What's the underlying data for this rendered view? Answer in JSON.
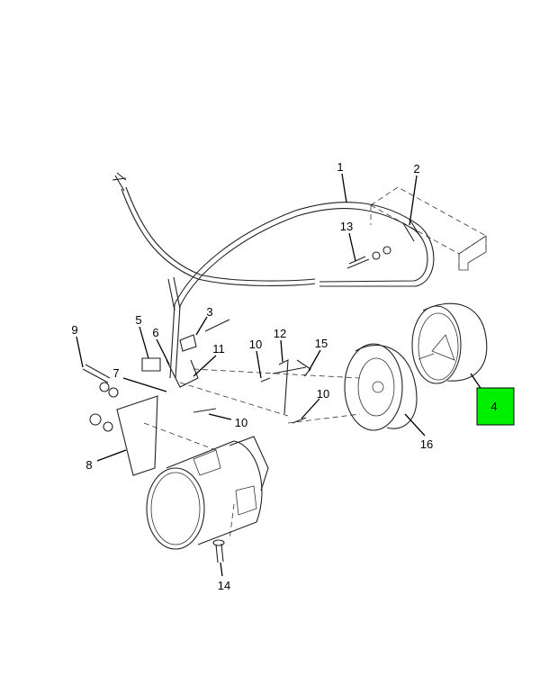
{
  "diagram": {
    "callouts": [
      "1",
      "2",
      "13",
      "3",
      "5",
      "6",
      "11",
      "9",
      "7",
      "10",
      "12",
      "15",
      "10",
      "10",
      "16",
      "8",
      "14",
      "4"
    ],
    "highlighted_callout": "4",
    "highlight_color": "#00f000"
  }
}
